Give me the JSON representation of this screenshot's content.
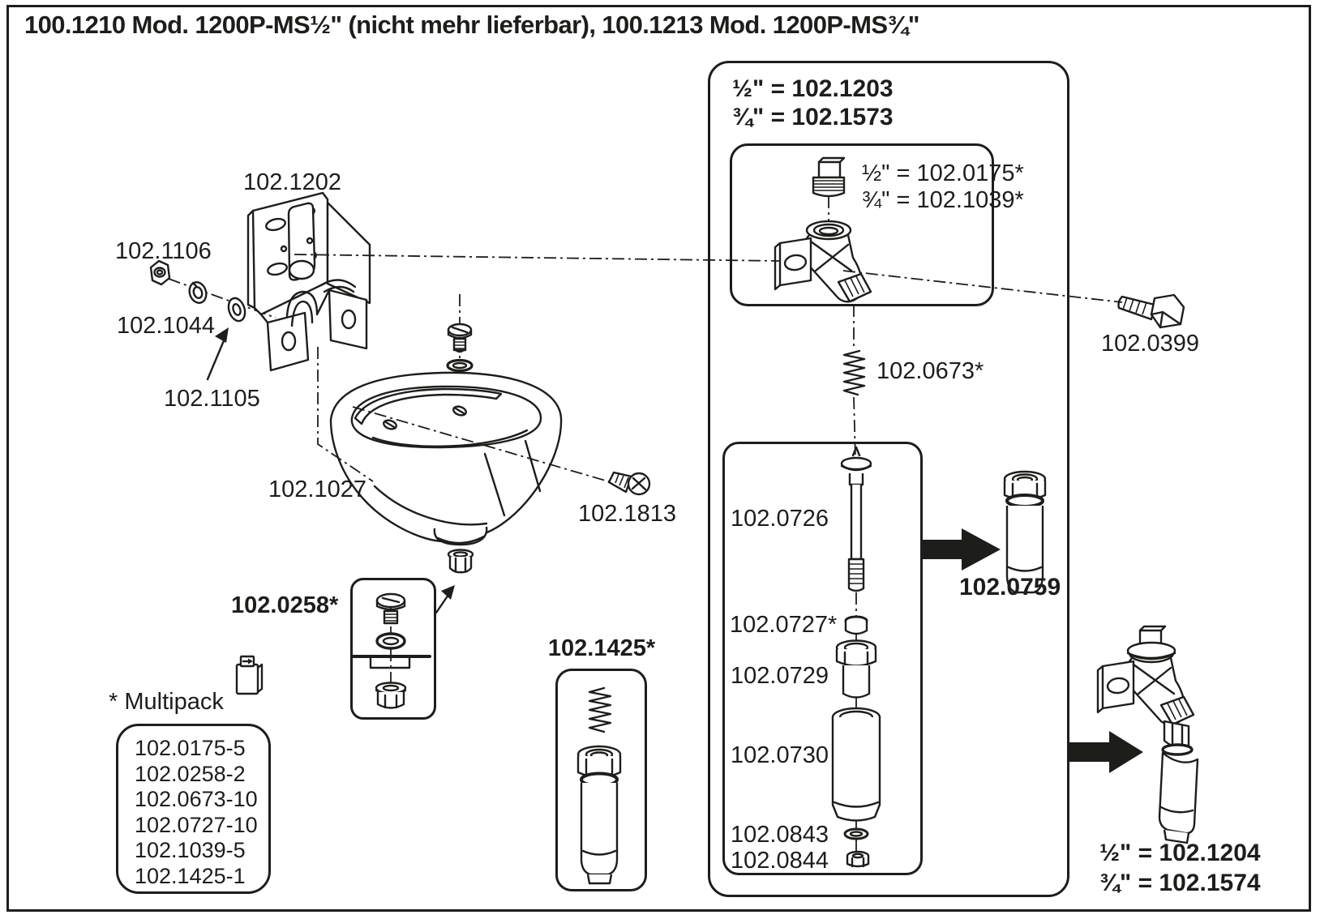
{
  "title": "100.1210 Mod. 1200P-MS½\" (nicht mehr lieferbar), 100.1213 Mod. 1200P-MS¾\"",
  "colors": {
    "ink": "#1d1d1b",
    "background": "#ffffff"
  },
  "parts": {
    "bracket": "102.1202",
    "nut": "102.1106",
    "lock_washer": "102.1044",
    "washer": "102.1105",
    "bowl": "102.1027",
    "bowl_screw": "102.1813",
    "drain_kit": "102.0258*",
    "spring": "102.0673*",
    "bolt": "102.0399",
    "valve_pin": "102.0726",
    "seal": "102.0727*",
    "gland": "102.0729",
    "tube": "102.0730",
    "small_washer": "102.0843",
    "small_nut": "102.0844",
    "cartridge": "102.0759"
  },
  "valve_box": {
    "title_half": "½\" = 102.1203",
    "title_threequarter": "¾\" = 102.1573",
    "elbow_half": "½\" = 102.0175*",
    "elbow_threequarter": "¾\" = 102.1039*"
  },
  "cartridge_box_label": "102.1425*",
  "assembly": {
    "half": "½\" = 102.1204",
    "threequarter": "¾\" = 102.1574"
  },
  "multipack": {
    "title": "* Multipack",
    "items": [
      "102.0175-5",
      "102.0258-2",
      "102.0673-10",
      "102.0727-10",
      "102.1039-5",
      "102.1425-1"
    ]
  }
}
